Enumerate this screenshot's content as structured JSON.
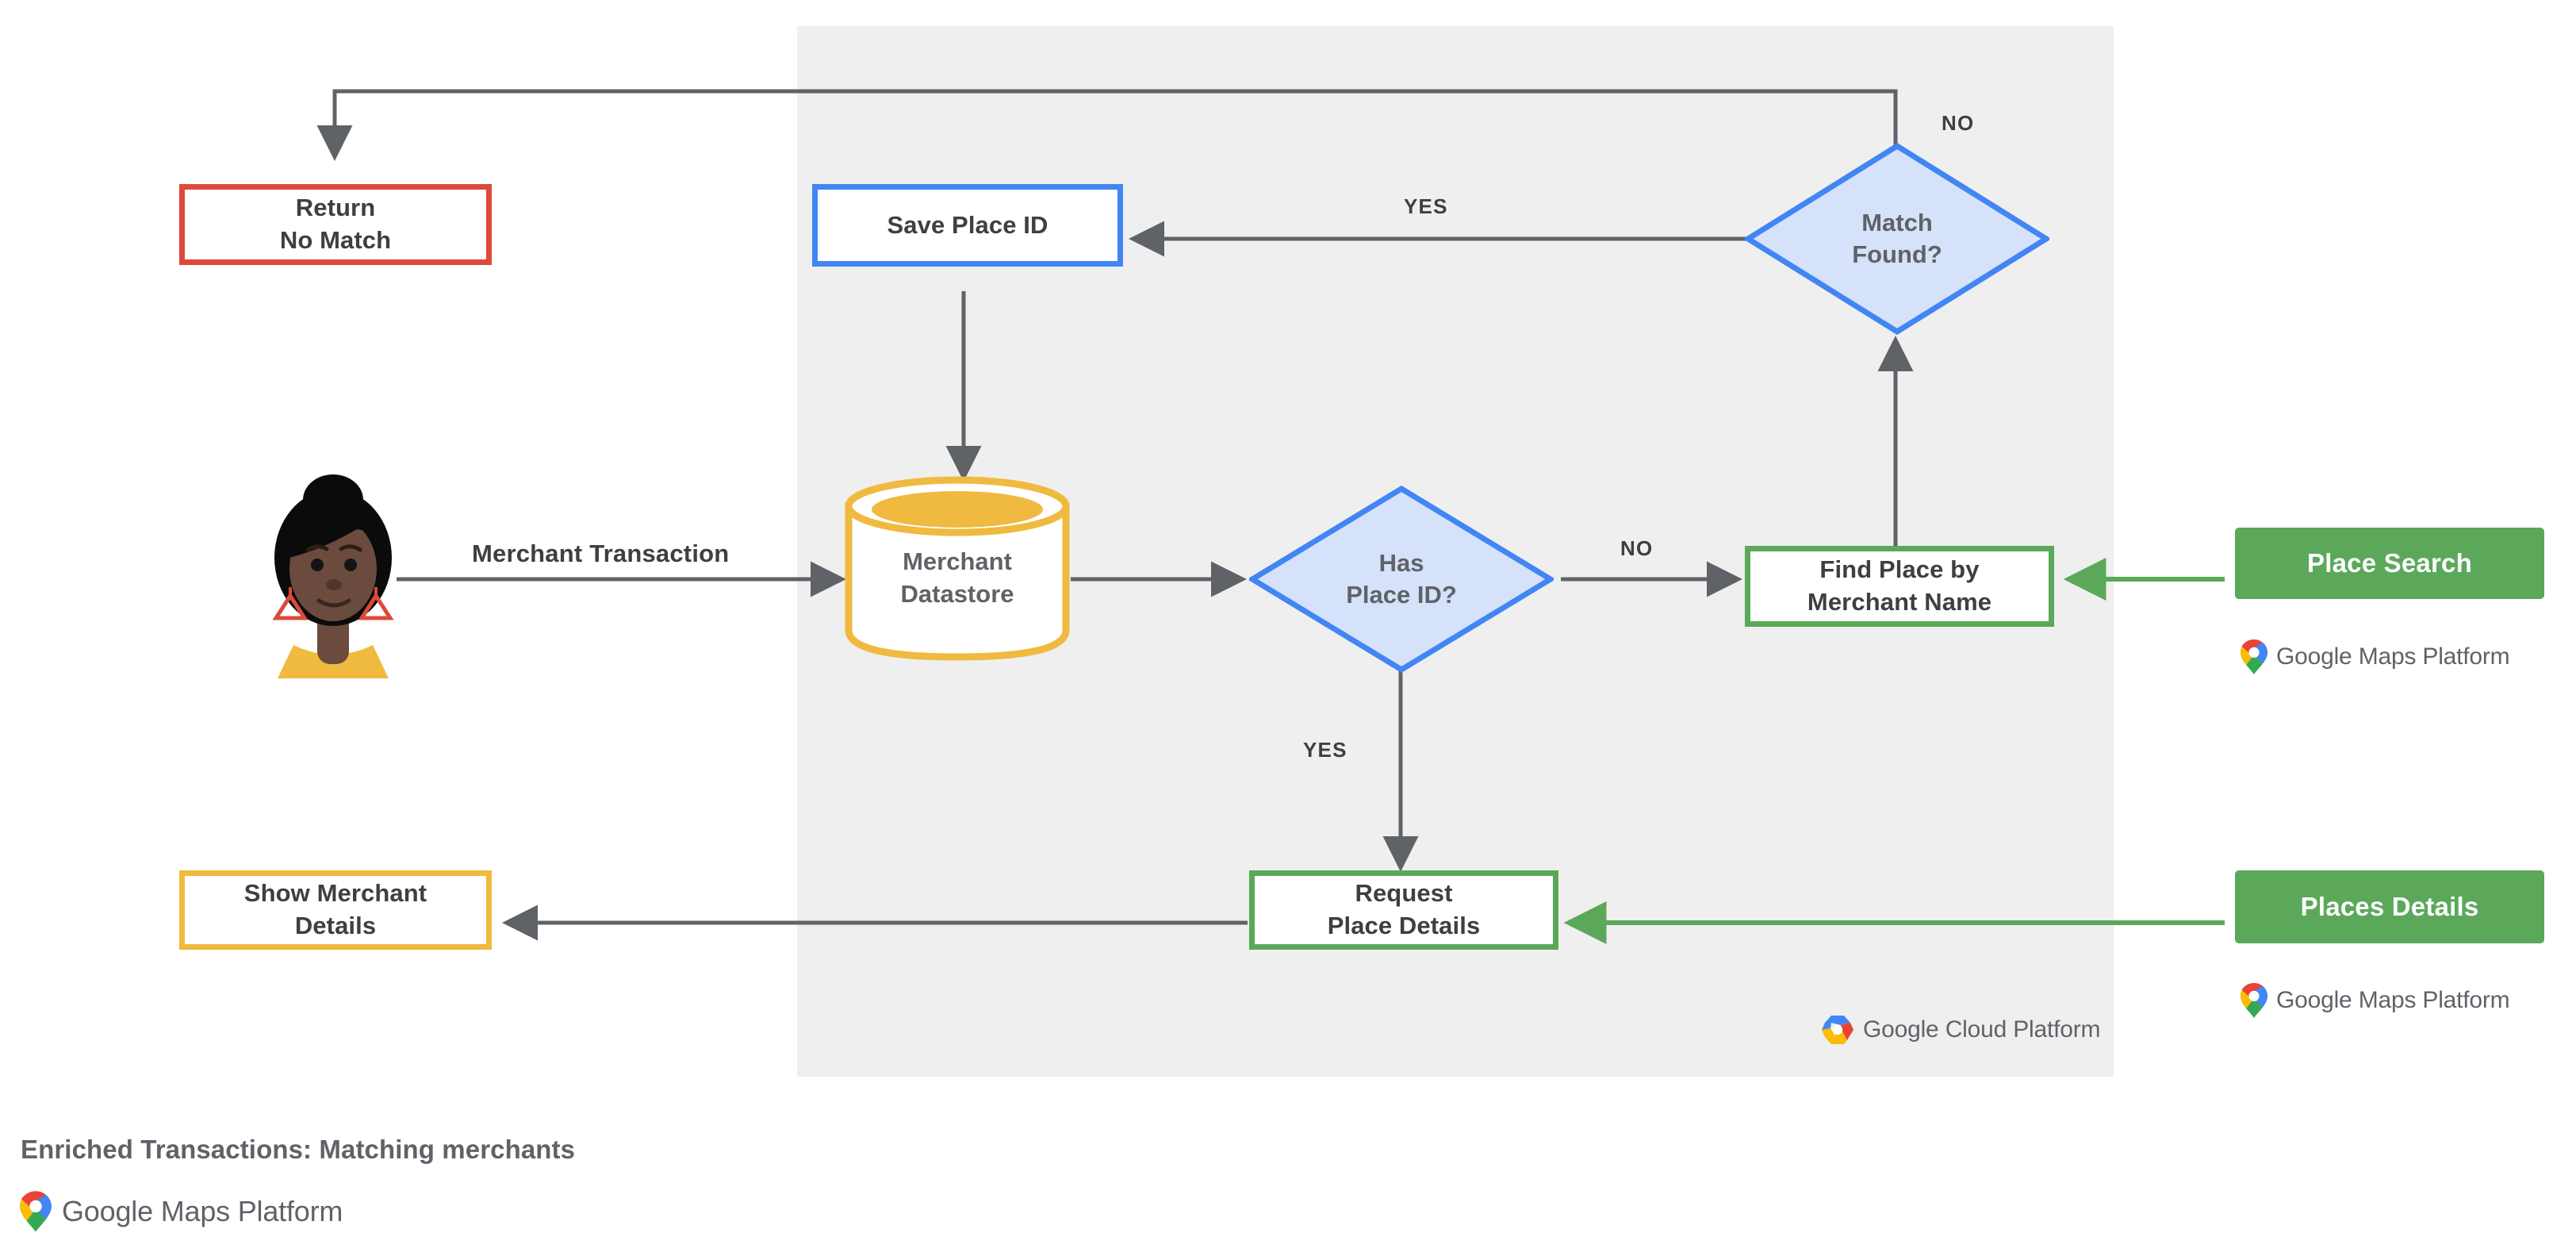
{
  "diagram": {
    "caption": "Enriched Transactions: Matching merchants",
    "panel_label": "google-cloud-platform-region",
    "colors": {
      "panel_bg": "#EFEFEF",
      "red": "#DB4A3A",
      "blue": "#4285F4",
      "blue_fill": "#D6E2FA",
      "green": "#5BA85A",
      "yellow": "#EFBA3F",
      "wire": "#5F6368",
      "text": "#3C4043"
    },
    "nodes": {
      "return_no_match": "Return\nNo Match",
      "return_no_match_line1": "Return",
      "return_no_match_line2": "No Match",
      "save_place_id": "Save Place ID",
      "match_found_line1": "Match",
      "match_found_line2": "Found?",
      "merchant_datastore_line1": "Merchant",
      "merchant_datastore_line2": "Datastore",
      "has_place_id_line1": "Has",
      "has_place_id_line2": "Place ID?",
      "find_place_line1": "Find Place by",
      "find_place_line2": "Merchant Name",
      "request_place_details_line1": "Request",
      "request_place_details_line2": "Place Details",
      "show_merchant_details_line1": "Show Merchant",
      "show_merchant_details_line2": "Details"
    },
    "api_badges": [
      {
        "label": "Place Search",
        "brand": "Google Maps Platform"
      },
      {
        "label": "Places Details",
        "brand": "Google Maps Platform"
      }
    ],
    "edge_labels": {
      "merchant_transaction": "Merchant Transaction",
      "has_place_id_no": "NO",
      "has_place_id_yes": "YES",
      "match_found_yes": "YES",
      "match_found_no": "NO"
    },
    "brands": {
      "cloud_platform_prefix": "Google",
      "cloud_platform_suffix": "Cloud Platform",
      "maps_platform_prefix": "Google",
      "maps_platform_suffix": "Maps Platform"
    }
  }
}
